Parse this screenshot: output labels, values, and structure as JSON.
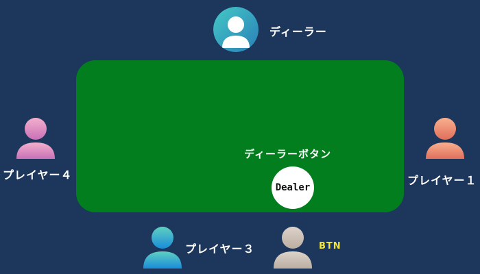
{
  "table": {
    "color": "#037e1f"
  },
  "dealer": {
    "label": "ディーラー",
    "icon": "person-circle-icon",
    "colors": [
      "#3fc4c4",
      "#2a86b8"
    ]
  },
  "dealer_button": {
    "caption": "ディーラーボタン",
    "chip_text": "Dealer"
  },
  "players": [
    {
      "label": "プレイヤー１",
      "icon": "person-icon",
      "colors": [
        "#f6ad8a",
        "#e0705e"
      ]
    },
    {
      "label": "プレイヤー３",
      "icon": "person-icon",
      "colors": [
        "#5ccfc2",
        "#1a8fd8"
      ]
    },
    {
      "label": "プレイヤー４",
      "icon": "person-icon",
      "colors": [
        "#f0a6c8",
        "#c86fb8"
      ]
    }
  ],
  "btn_player": {
    "label": "BTN",
    "icon": "person-icon",
    "colors": [
      "#d9cfc6",
      "#bdb0a4"
    ],
    "label_color": "#f4e53a"
  }
}
